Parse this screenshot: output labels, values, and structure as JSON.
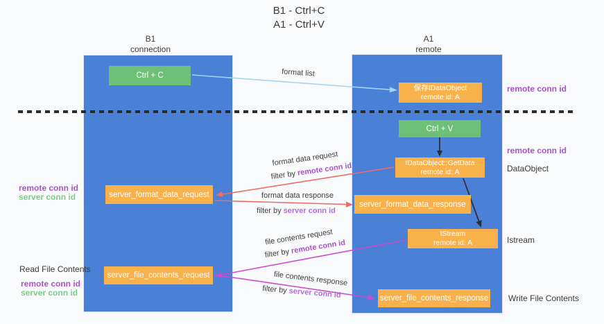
{
  "title": {
    "line1": "B1 - Ctrl+C",
    "line2": "A1 - Ctrl+V"
  },
  "lanes": {
    "left": {
      "header_line1": "B1",
      "header_line2": "connection"
    },
    "right": {
      "header_line1": "A1",
      "header_line2": "remote"
    }
  },
  "nodes": {
    "ctrl_c": "Ctrl + C",
    "save_dataobject": {
      "line1": "保存IDataObject",
      "line2": "remote id: A"
    },
    "ctrl_v": "Ctrl + V",
    "getdata": {
      "line1": "IDataObject::GetData",
      "line2": "remote id: A"
    },
    "server_format_data_request": "server_format_data_request",
    "server_format_data_response": "server_format_data_response",
    "istream": {
      "line1": "IStream",
      "line2": "remote id: A"
    },
    "server_file_contents_request": "server_file_contents_request",
    "server_file_contents_response": "server_file_contents_response"
  },
  "flow_labels": {
    "format_list": "format list",
    "format_data_request": "format data request",
    "format_data_response": "format data response",
    "file_contents_request": "file contents request",
    "file_contents_response": "file contents response",
    "filter_by": "filter by ",
    "remote_conn_id": "remote conn id",
    "server_conn_id": "server conn id"
  },
  "annotations": {
    "right": {
      "remote_conn_id_1": "remote conn id",
      "remote_conn_id_2": "remote conn id",
      "dataobject": "DataObject",
      "istream": "Istream",
      "write_file_contents": "Write File Contents"
    },
    "left": {
      "remote_conn_id_1": "remote conn id",
      "server_conn_id_1": "server conn id",
      "read_file_contents": "Read File Contents",
      "remote_conn_id_2": "remote conn id",
      "server_conn_id_2": "server conn id"
    }
  },
  "colors": {
    "lifeline_blue": "#4a80d5",
    "node_green": "#6fc077",
    "node_orange": "#f9b24b",
    "purple_label": "#ab53c6",
    "green_label": "#82c98d",
    "red_arrow": "#ed6e66",
    "magenta_arrow": "#ce4bce",
    "light_blue_arrow": "#a6d3f2",
    "black_arrow": "#2f2f2f",
    "background": "#f9fafb"
  }
}
